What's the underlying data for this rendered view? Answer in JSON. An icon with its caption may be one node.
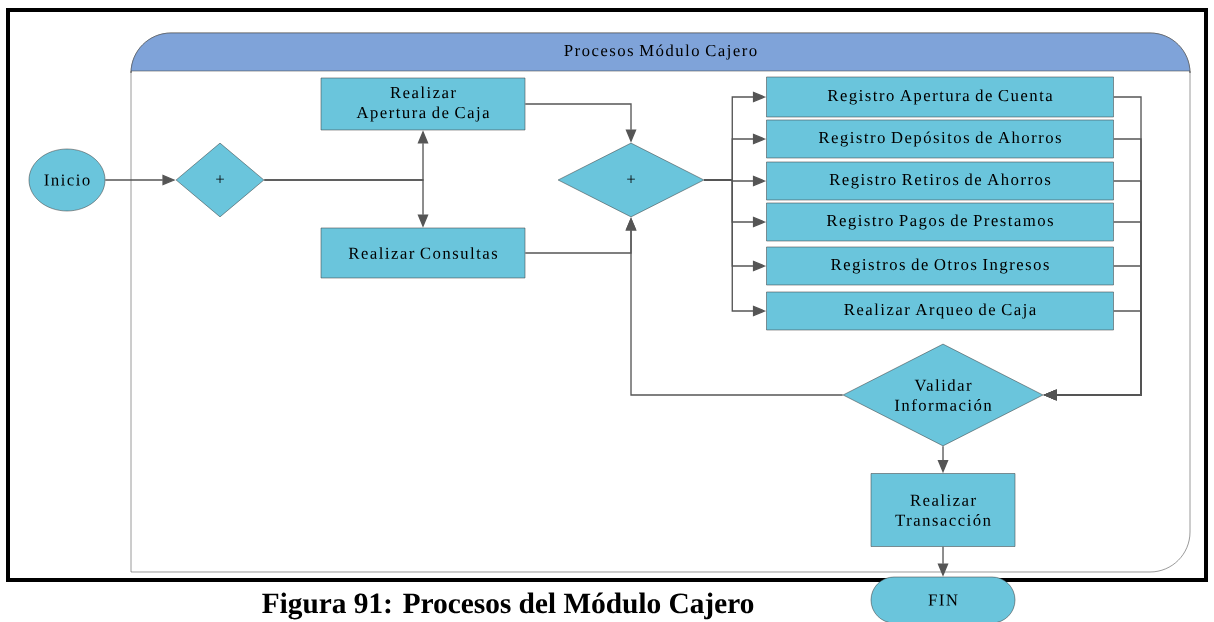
{
  "diagram": {
    "caption": "Figura 91: Procesos del Módulo Cajero",
    "nodes": [
      {
        "text": [
          "Procesos Módulo Cajero"
        ]
      },
      {
        "text": [
          "Inicio"
        ]
      },
      {
        "text": [
          "+"
        ],
        "in": 0
      },
      {
        "text": [
          "Realizar Apertura de Caja"
        ],
        "in": 0
      },
      {
        "text": [
          "Realizar Consultas"
        ],
        "in": 0
      },
      {
        "text": [
          "+"
        ],
        "in": 0
      },
      {
        "text": [
          "Registro Apertura de Cuenta"
        ],
        "in": 0
      },
      {
        "text": [
          "Registro Depósitos de Ahorros"
        ],
        "in": 0
      },
      {
        "text": [
          "Registro Retiros de Ahorros"
        ],
        "in": 0
      },
      {
        "text": [
          "Registro Pagos de Prestamos"
        ],
        "in": 0
      },
      {
        "text": [
          "Registros de Otros Ingresos"
        ],
        "in": 0
      },
      {
        "text": [
          "Realizar Arqueo de Caja"
        ],
        "in": 0
      },
      {
        "text": [
          "Validar Información"
        ],
        "in": 0
      },
      {
        "text": [
          "Realizar Transacción"
        ],
        "in": 0
      },
      {
        "text": [
          "FIN"
        ]
      }
    ],
    "edges": [
      {
        "from": 1,
        "to": 2,
        "arrow": "to"
      },
      {
        "from": 2,
        "to": 3,
        "arrow": "to"
      },
      {
        "from": 2,
        "to": 4,
        "arrow": "to"
      },
      {
        "from": 3,
        "to": 5,
        "arrow": "to"
      },
      {
        "from": 4,
        "to": 5,
        "arrow": "to"
      },
      {
        "from": 5,
        "to": 6,
        "arrow": "to"
      },
      {
        "from": 5,
        "to": 7,
        "arrow": "to"
      },
      {
        "from": 5,
        "to": 8,
        "arrow": "to"
      },
      {
        "from": 5,
        "to": 9,
        "arrow": "to"
      },
      {
        "from": 5,
        "to": 10,
        "arrow": "to"
      },
      {
        "from": 5,
        "to": 11,
        "arrow": "to"
      },
      {
        "from": 6,
        "to": 12,
        "arrow": "to"
      },
      {
        "from": 7,
        "to": 12,
        "arrow": "to"
      },
      {
        "from": 8,
        "to": 12,
        "arrow": "to"
      },
      {
        "from": 9,
        "to": 12,
        "arrow": "to"
      },
      {
        "from": 10,
        "to": 12,
        "arrow": "to"
      },
      {
        "from": 11,
        "to": 12,
        "arrow": "to"
      },
      {
        "from": 12,
        "to": 5,
        "arrow": "to"
      },
      {
        "from": 12,
        "to": 13,
        "arrow": "to"
      },
      {
        "from": 13,
        "to": 14,
        "arrow": "to"
      }
    ]
  }
}
